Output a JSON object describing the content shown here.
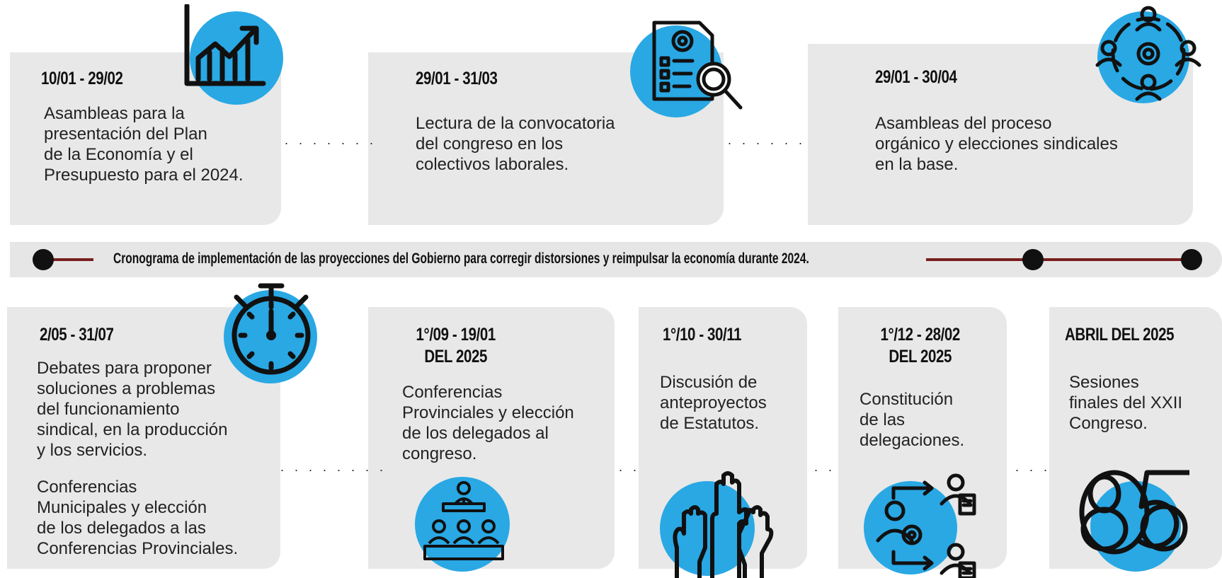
{
  "colors": {
    "accent": "#29a8e4",
    "card": "#e8e8e8",
    "line": "#7a1f1f"
  },
  "banner": {
    "title": "Cronograma de implementación    de las proyecciones del Gobierno para corregir distorsiones y reimpulsar la economía durante 2024."
  },
  "top_cards": [
    {
      "date": "10/01 - 29/02",
      "text": "Asambleas para la\npresentación del Plan\nde la Economía y el\nPresupuesto para el 2024.",
      "icon": "chart-growth-icon"
    },
    {
      "date": "29/01 - 31/03",
      "text": "Lectura de la convocatoria\ndel  congreso en los\ncolectivos laborales.",
      "icon": "document-search-icon"
    },
    {
      "date": "29/01 - 30/04",
      "text": "Asambleas del proceso\norgánico y elecciones sindicales\nen la base.",
      "icon": "people-gear-icon"
    }
  ],
  "bottom_cards": [
    {
      "date": "2/05 - 31/07",
      "text": "Debates para proponer\nsoluciones a problemas\ndel funcionamiento\nsindical, en la producción\ny los servicios.",
      "text2": "Conferencias\nMunicipales y elección\nde los delegados a las\nConferencias Provinciales.",
      "icon": "stopwatch-icon"
    },
    {
      "date": "1°/09 - 19/01\nDEL 2025",
      "text": "Conferencias\nProvinciales y elección\nde los delegados al\ncongreso.",
      "icon": "conference-icon"
    },
    {
      "date": "1°/10 - 30/11",
      "text": "Discusión de\nanteproyectos\nde Estatutos.",
      "icon": "raised-hands-icon"
    },
    {
      "date": "1°/12 - 28/02\nDEL 2025",
      "text": "Constitución\nde las\ndelegaciones.",
      "icon": "delegation-icon"
    },
    {
      "date": "ABRIL DEL 2025",
      "text": "Sesiones\nfinales del XXII\nCongreso.",
      "icon": "ctc-85-logo"
    }
  ],
  "separators": {
    "top1": ". . . . . . .",
    "top2": ". . . . . .",
    "bot1": ". . . . . . . .",
    "bot2": ". .",
    "bot3": ". .",
    "bot4": ". . ."
  }
}
